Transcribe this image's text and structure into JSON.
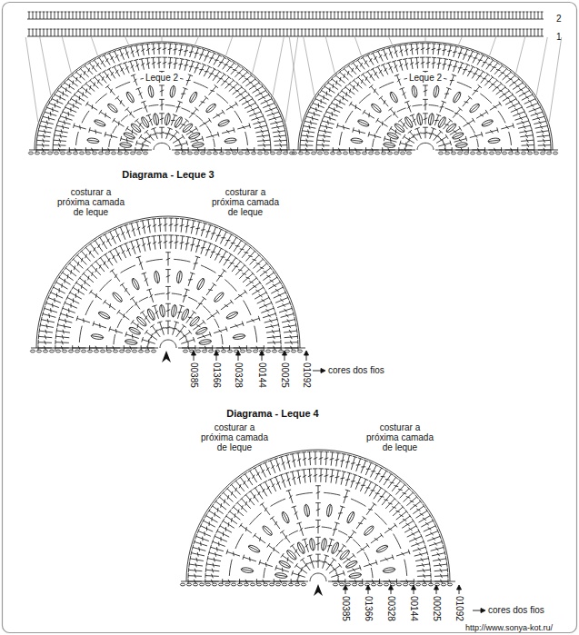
{
  "diagram": {
    "labels": [
      "2",
      "1",
      "Leque 2",
      "Leque 2",
      "Diagrama - Leque 3",
      "costurar a próxima camada de leque",
      "costurar a próxima camada de leque",
      "00385",
      "01366",
      "00328",
      "00144",
      "00025",
      "01092",
      "cores dos fios",
      "Diagrama - Leque 4",
      "costurar a próxima camada de leque",
      "costurar a próxima camada de leque",
      "00385",
      "01366",
      "00328",
      "00144",
      "00025",
      "01092",
      "cores dos fios",
      "http://www.sonya-kot.ru/"
    ]
  }
}
